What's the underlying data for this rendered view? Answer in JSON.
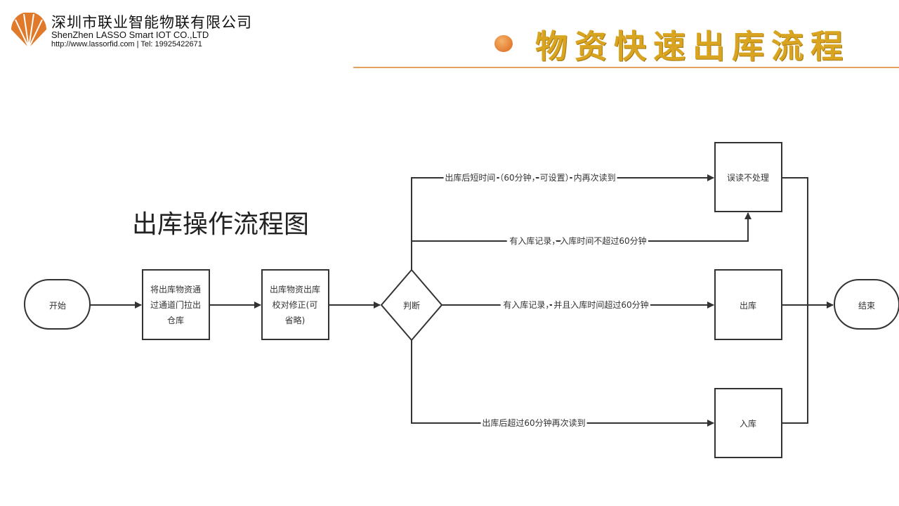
{
  "header": {
    "company_cn": "深圳市联业智能物联有限公司",
    "company_en": "ShenZhen LASSO Smart IOT CO.,LTD",
    "contact": "http://www.lassorfid.com | Tel:  19925422671",
    "slide_title": "物资快速出库流程"
  },
  "diagram": {
    "title": "出库操作流程图",
    "nodes": {
      "start": "开始",
      "step1": [
        "将出库物资通",
        "过通道门拉出",
        "仓库"
      ],
      "step2": [
        "出库物资出库",
        "校对修正(可",
        "省略)"
      ],
      "decision": "判断",
      "misread": "误读不处理",
      "out": "出库",
      "in": "入库",
      "end": "结束"
    },
    "edges": {
      "short_time": "出库后短时间（60分钟，可设置）内再次读到",
      "within_60": "有入库记录，入库时间不超过60分钟",
      "over_60": "有入库记录，并且入库时间超过60分钟",
      "reread_over_60": "出库后超过60分钟再次读到"
    }
  },
  "colors": {
    "accent": "#d9a520",
    "line": "#e8a060"
  }
}
